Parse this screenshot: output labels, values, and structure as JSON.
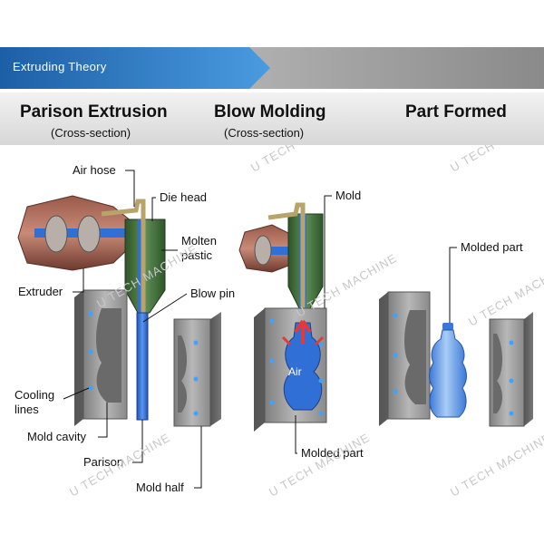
{
  "banner": {
    "title": "Extruding Theory",
    "color_dark": "#1d5fa6",
    "color_light": "#4a9be0"
  },
  "columns": [
    {
      "title": "Parison Extrusion",
      "subtitle": "(Cross-section)"
    },
    {
      "title": "Blow Molding",
      "subtitle": "(Cross-section)"
    },
    {
      "title": "Part Formed",
      "subtitle": ""
    }
  ],
  "labels": {
    "air_hose": "Air hose",
    "die_head": "Die head",
    "molten_1": "Molten",
    "molten_2": "pastic",
    "extruder": "Extruder",
    "blow_pin": "Blow pin",
    "cooling_1": "Cooling",
    "cooling_2": "lines",
    "mold_cavity": "Mold cavity",
    "parison": "Parison",
    "mold_half": "Mold half",
    "mold": "Mold",
    "air": "Air",
    "molded_part_mid": "Molded part",
    "molded_part_right": "Molded part"
  },
  "watermark": "U TECH MACHINE",
  "colors": {
    "die_green": "#3f6b3a",
    "plastic_blue": "#2f6fd6",
    "mold_gray": "#9a9a9a",
    "hose_gold": "#b8a46a",
    "arrow_red": "#e23a3a"
  }
}
